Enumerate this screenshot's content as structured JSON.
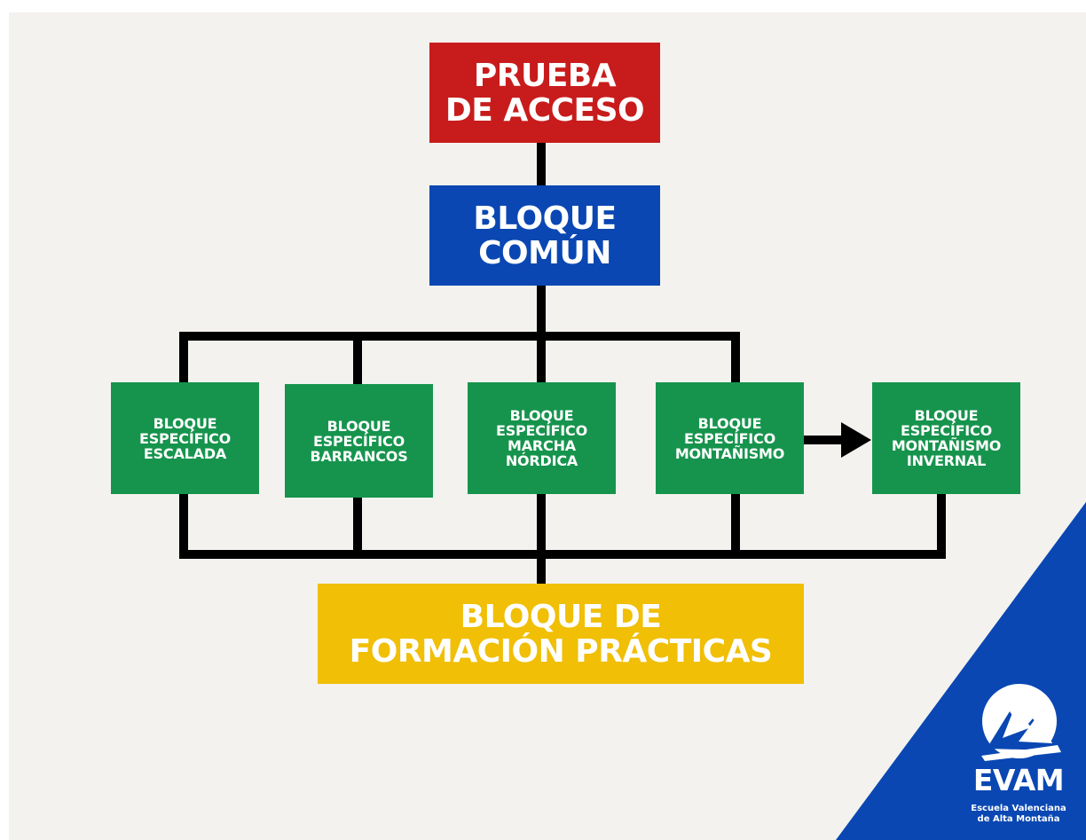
{
  "colors": {
    "background": "#f4f2ee",
    "connector": "#000000",
    "access_red": "#c81c1c",
    "common_blue": "#0a47b3",
    "specific_green": "#16944d",
    "practice_yellow": "#f0bf06",
    "corner_blue": "#0a47b3"
  },
  "diagram": {
    "access_test": "PRUEBA\nDE ACCESO",
    "common_block": "BLOQUE\nCOMÚN",
    "specific_blocks": [
      "BLOQUE\nESPECÍFICO\nESCALADA",
      "BLOQUE\nESPECÍFICO\nBARRANCOS",
      "BLOQUE\nESPECÍFICO\nMARCHA\nNÓRDICA",
      "BLOQUE\nESPECÍFICO\nMONTAÑISMO",
      "BLOQUE\nESPECÍFICO\nMONTAÑISMO\nINVERNAL"
    ],
    "practice_block": "BLOQUE DE\nFORMACIÓN PRÁCTICAS"
  },
  "logo": {
    "brand": "EVAM",
    "subtitle": "Escuela Valenciana\nde Alta Montaña",
    "icon": "mountain-logo-icon"
  }
}
